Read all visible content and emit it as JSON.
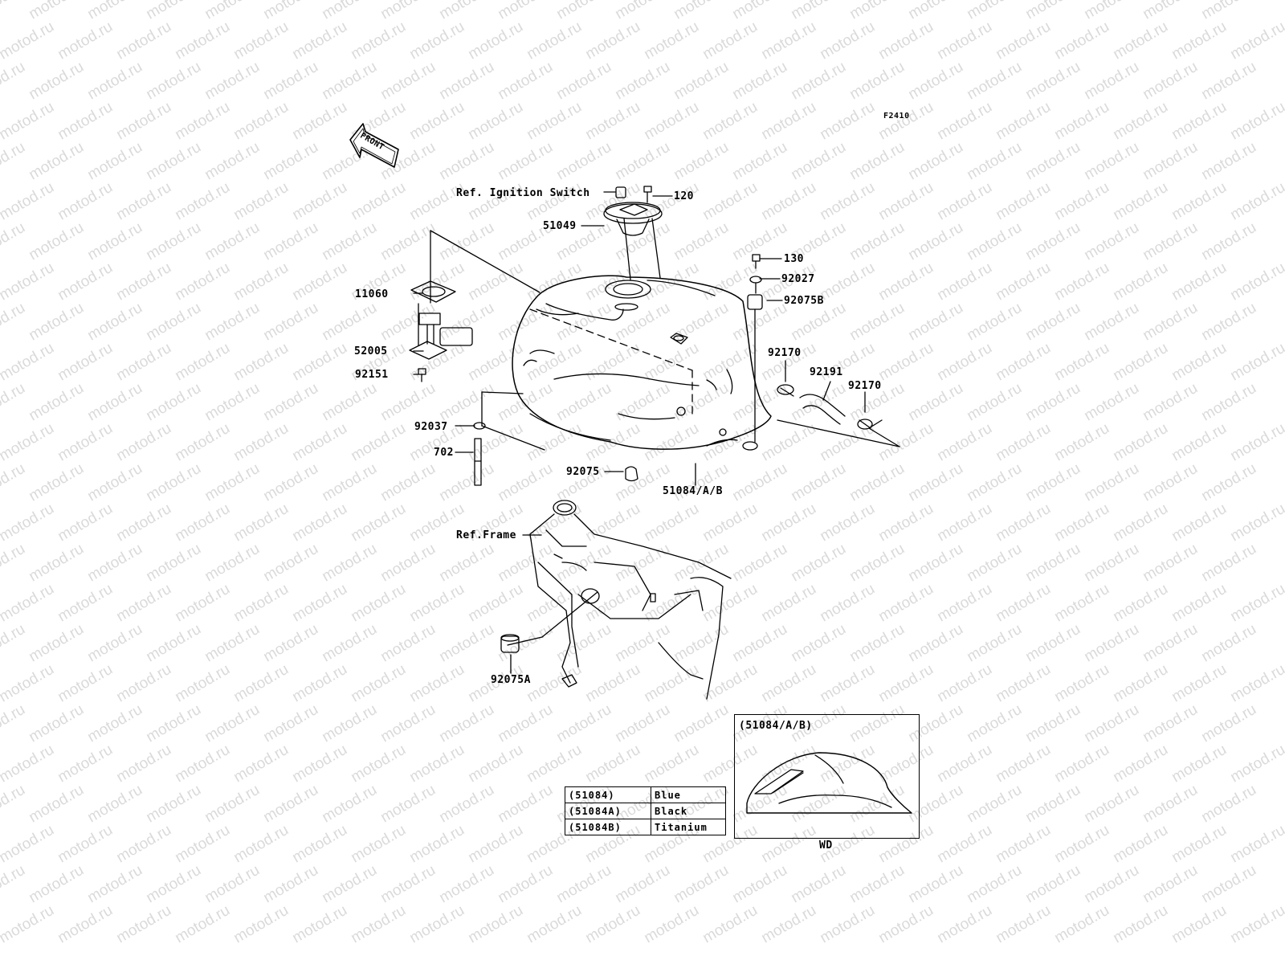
{
  "figure_code": "F2410",
  "front_arrow_label": "FRONT",
  "watermark_text": "motod.ru",
  "labels": {
    "ignition": "Ref. Ignition Switch",
    "p120": "120",
    "p51049": "51049",
    "p11060": "11060",
    "p52005": "52005",
    "p92151": "92151",
    "p92037": "92037",
    "p702": "702",
    "p92075": "92075",
    "p51084": "51084/A/B",
    "p130": "130",
    "p92027": "92027",
    "p92075b": "92075B",
    "p92170_left": "92170",
    "p92191": "92191",
    "p92170_right": "92170",
    "ref_frame": "Ref.Frame",
    "p92075a": "92075A"
  },
  "color_table": [
    {
      "part": "(51084)",
      "color": "Blue"
    },
    {
      "part": "(51084A)",
      "color": "Black"
    },
    {
      "part": "(51084B)",
      "color": "Titanium"
    }
  ],
  "inset": {
    "title": "(51084/A/B)",
    "caption": "WD"
  }
}
